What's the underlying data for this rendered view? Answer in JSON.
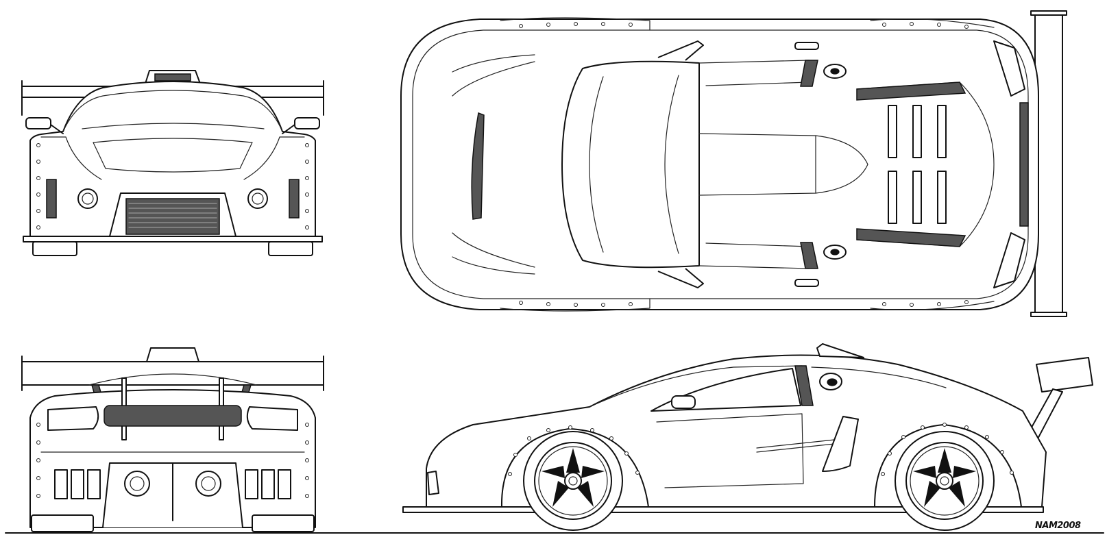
{
  "drawing": {
    "signature": "NAM2008",
    "views": [
      "front",
      "top",
      "rear",
      "side"
    ],
    "colors": {
      "line": "#111111",
      "shade": "#555555",
      "paper": "#ffffff"
    }
  }
}
